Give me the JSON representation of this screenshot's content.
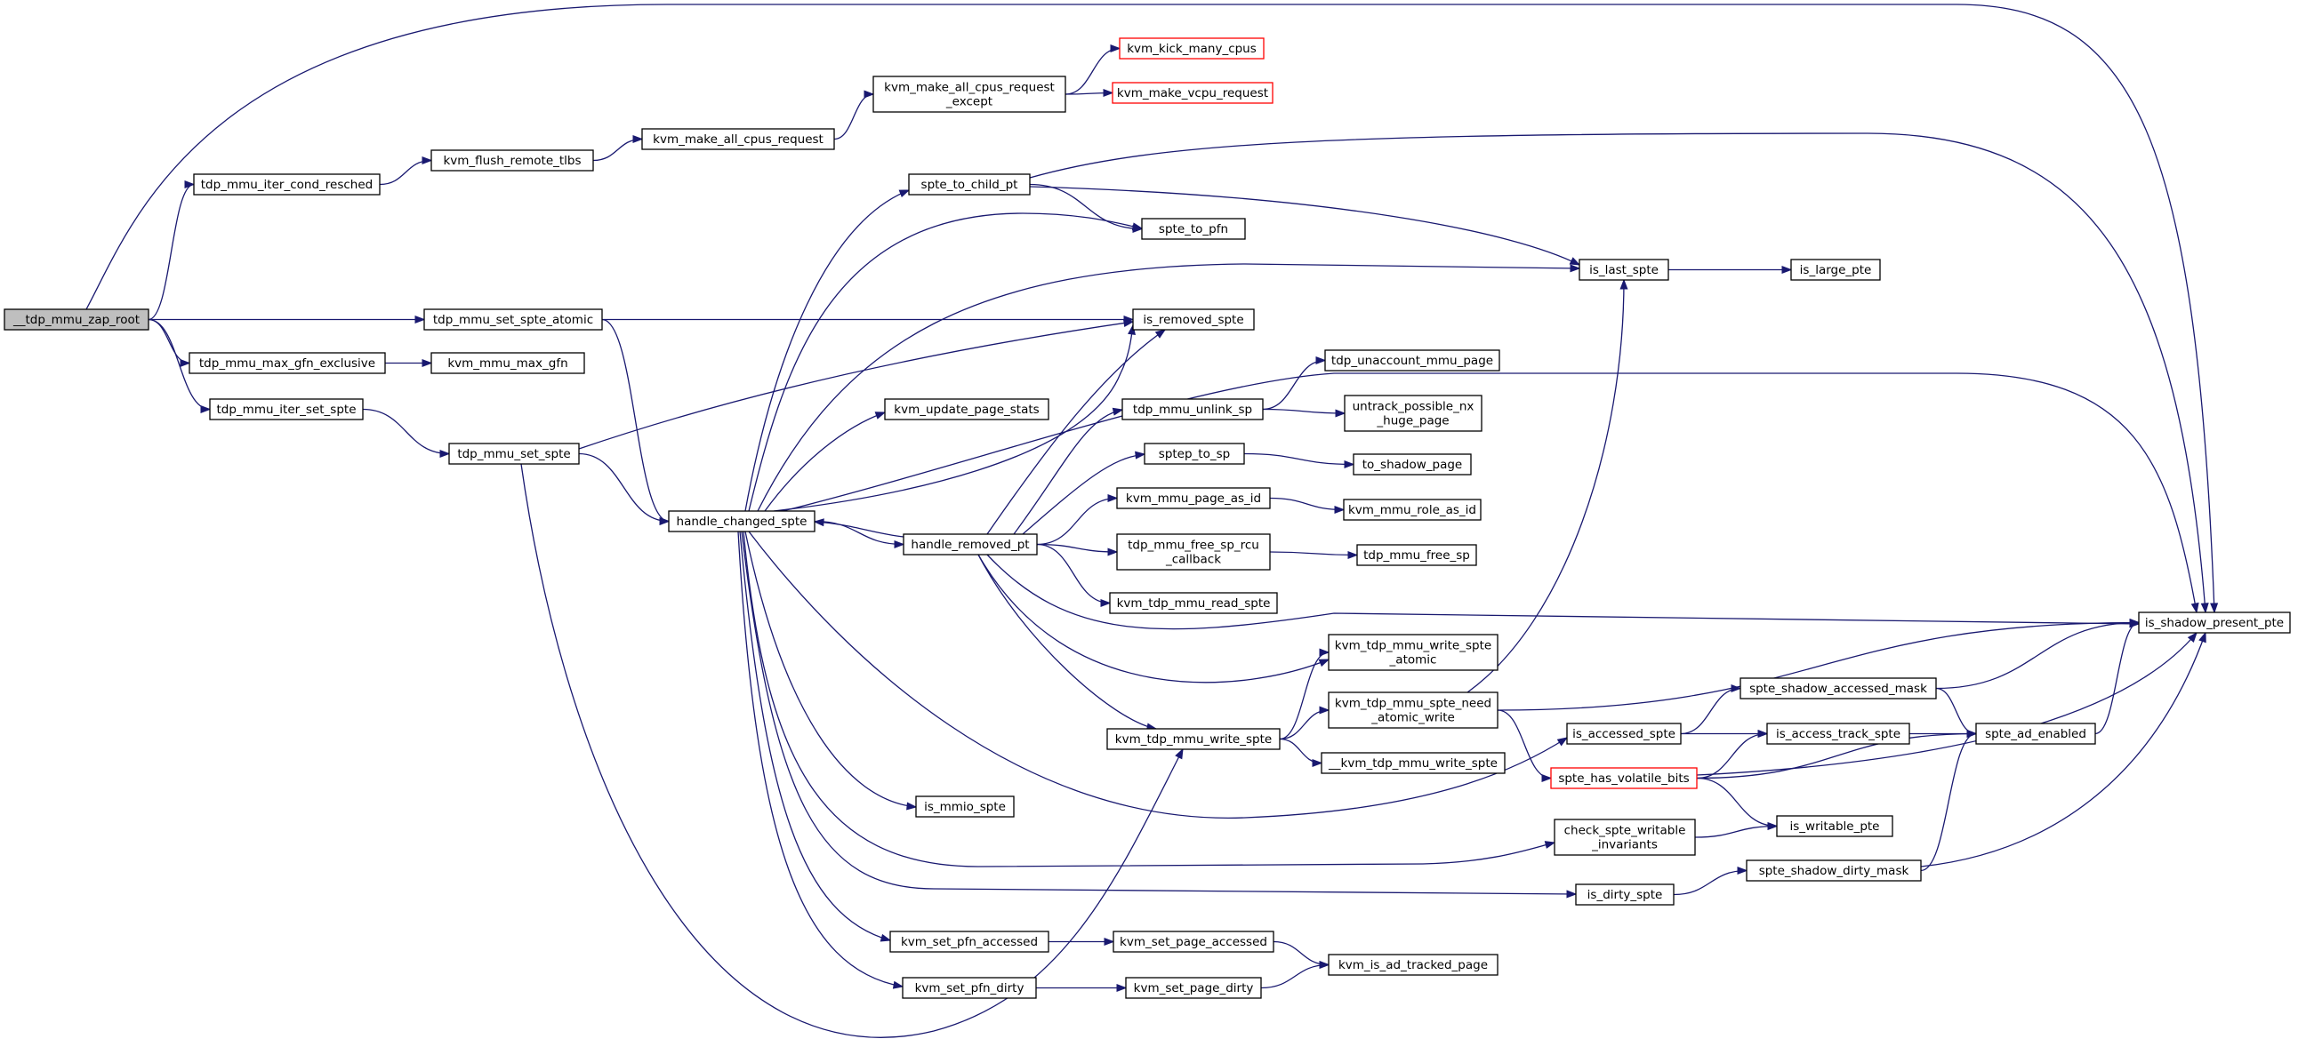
{
  "graph": {
    "nodes": [
      {
        "id": "tdp_mmu_zap_root",
        "lines": [
          "__tdp_mmu_zap_root"
        ],
        "style": "root"
      },
      {
        "id": "tdp_mmu_iter_cond_resched",
        "lines": [
          "tdp_mmu_iter_cond_resched"
        ],
        "style": "normal"
      },
      {
        "id": "tdp_mmu_set_spte_atomic",
        "lines": [
          "tdp_mmu_set_spte_atomic"
        ],
        "style": "normal"
      },
      {
        "id": "tdp_mmu_max_gfn_exclusive",
        "lines": [
          "tdp_mmu_max_gfn_exclusive"
        ],
        "style": "normal"
      },
      {
        "id": "tdp_mmu_iter_set_spte",
        "lines": [
          "tdp_mmu_iter_set_spte"
        ],
        "style": "normal"
      },
      {
        "id": "kvm_flush_remote_tlbs",
        "lines": [
          "kvm_flush_remote_tlbs"
        ],
        "style": "normal"
      },
      {
        "id": "kvm_mmu_max_gfn",
        "lines": [
          "kvm_mmu_max_gfn"
        ],
        "style": "normal"
      },
      {
        "id": "tdp_mmu_set_spte",
        "lines": [
          "tdp_mmu_set_spte"
        ],
        "style": "normal"
      },
      {
        "id": "kvm_make_all_cpus_request",
        "lines": [
          "kvm_make_all_cpus_request"
        ],
        "style": "normal"
      },
      {
        "id": "handle_changed_spte",
        "lines": [
          "handle_changed_spte"
        ],
        "style": "normal"
      },
      {
        "id": "kvm_make_all_cpus_request_except",
        "lines": [
          "kvm_make_all_cpus_request",
          "_except"
        ],
        "style": "normal"
      },
      {
        "id": "spte_to_child_pt",
        "lines": [
          "spte_to_child_pt"
        ],
        "style": "normal"
      },
      {
        "id": "kvm_update_page_stats",
        "lines": [
          "kvm_update_page_stats"
        ],
        "style": "normal"
      },
      {
        "id": "handle_removed_pt",
        "lines": [
          "handle_removed_pt"
        ],
        "style": "normal"
      },
      {
        "id": "is_mmio_spte",
        "lines": [
          "is_mmio_spte"
        ],
        "style": "normal"
      },
      {
        "id": "kvm_set_pfn_accessed",
        "lines": [
          "kvm_set_pfn_accessed"
        ],
        "style": "normal"
      },
      {
        "id": "kvm_set_pfn_dirty",
        "lines": [
          "kvm_set_pfn_dirty"
        ],
        "style": "normal"
      },
      {
        "id": "kvm_kick_many_cpus",
        "lines": [
          "kvm_kick_many_cpus"
        ],
        "style": "red"
      },
      {
        "id": "kvm_make_vcpu_request",
        "lines": [
          "kvm_make_vcpu_request"
        ],
        "style": "red"
      },
      {
        "id": "spte_to_pfn",
        "lines": [
          "spte_to_pfn"
        ],
        "style": "normal"
      },
      {
        "id": "is_removed_spte",
        "lines": [
          "is_removed_spte"
        ],
        "style": "normal"
      },
      {
        "id": "tdp_mmu_unlink_sp",
        "lines": [
          "tdp_mmu_unlink_sp"
        ],
        "style": "normal"
      },
      {
        "id": "sptep_to_sp",
        "lines": [
          "sptep_to_sp"
        ],
        "style": "normal"
      },
      {
        "id": "kvm_mmu_page_as_id",
        "lines": [
          "kvm_mmu_page_as_id"
        ],
        "style": "normal"
      },
      {
        "id": "tdp_mmu_free_sp_rcu_callback",
        "lines": [
          "tdp_mmu_free_sp_rcu",
          "_callback"
        ],
        "style": "normal"
      },
      {
        "id": "kvm_tdp_mmu_read_spte",
        "lines": [
          "kvm_tdp_mmu_read_spte"
        ],
        "style": "normal"
      },
      {
        "id": "kvm_tdp_mmu_write_spte",
        "lines": [
          "kvm_tdp_mmu_write_spte"
        ],
        "style": "normal"
      },
      {
        "id": "kvm_set_page_accessed",
        "lines": [
          "kvm_set_page_accessed"
        ],
        "style": "normal"
      },
      {
        "id": "kvm_set_page_dirty",
        "lines": [
          "kvm_set_page_dirty"
        ],
        "style": "normal"
      },
      {
        "id": "tdp_unaccount_mmu_page",
        "lines": [
          "tdp_unaccount_mmu_page"
        ],
        "style": "normal"
      },
      {
        "id": "untrack_possible_nx_huge_page",
        "lines": [
          "untrack_possible_nx",
          "_huge_page"
        ],
        "style": "normal"
      },
      {
        "id": "to_shadow_page",
        "lines": [
          "to_shadow_page"
        ],
        "style": "normal"
      },
      {
        "id": "kvm_mmu_role_as_id",
        "lines": [
          "kvm_mmu_role_as_id"
        ],
        "style": "normal"
      },
      {
        "id": "tdp_mmu_free_sp",
        "lines": [
          "tdp_mmu_free_sp"
        ],
        "style": "normal"
      },
      {
        "id": "kvm_tdp_mmu_write_spte_atomic",
        "lines": [
          "kvm_tdp_mmu_write_spte",
          "_atomic"
        ],
        "style": "normal"
      },
      {
        "id": "kvm_tdp_mmu_spte_need_atomic_write",
        "lines": [
          "kvm_tdp_mmu_spte_need",
          "_atomic_write"
        ],
        "style": "normal"
      },
      {
        "id": "__kvm_tdp_mmu_write_spte",
        "lines": [
          "__kvm_tdp_mmu_write_spte"
        ],
        "style": "normal"
      },
      {
        "id": "kvm_is_ad_tracked_page",
        "lines": [
          "kvm_is_ad_tracked_page"
        ],
        "style": "normal"
      },
      {
        "id": "is_last_spte",
        "lines": [
          "is_last_spte"
        ],
        "style": "normal"
      },
      {
        "id": "is_accessed_spte",
        "lines": [
          "is_accessed_spte"
        ],
        "style": "normal"
      },
      {
        "id": "spte_has_volatile_bits",
        "lines": [
          "spte_has_volatile_bits"
        ],
        "style": "red"
      },
      {
        "id": "check_spte_writable_invariants",
        "lines": [
          "check_spte_writable",
          "_invariants"
        ],
        "style": "normal"
      },
      {
        "id": "is_dirty_spte",
        "lines": [
          "is_dirty_spte"
        ],
        "style": "normal"
      },
      {
        "id": "is_large_pte",
        "lines": [
          "is_large_pte"
        ],
        "style": "normal"
      },
      {
        "id": "spte_shadow_accessed_mask",
        "lines": [
          "spte_shadow_accessed_mask"
        ],
        "style": "normal"
      },
      {
        "id": "is_access_track_spte",
        "lines": [
          "is_access_track_spte"
        ],
        "style": "normal"
      },
      {
        "id": "is_writable_pte",
        "lines": [
          "is_writable_pte"
        ],
        "style": "normal"
      },
      {
        "id": "spte_shadow_dirty_mask",
        "lines": [
          "spte_shadow_dirty_mask"
        ],
        "style": "normal"
      },
      {
        "id": "spte_ad_enabled",
        "lines": [
          "spte_ad_enabled"
        ],
        "style": "normal"
      },
      {
        "id": "is_shadow_present_pte",
        "lines": [
          "is_shadow_present_pte"
        ],
        "style": "normal"
      }
    ],
    "edges": [
      [
        "tdp_mmu_zap_root",
        "is_shadow_present_pte"
      ],
      [
        "tdp_mmu_zap_root",
        "tdp_mmu_iter_cond_resched"
      ],
      [
        "tdp_mmu_zap_root",
        "tdp_mmu_set_spte_atomic"
      ],
      [
        "tdp_mmu_zap_root",
        "tdp_mmu_max_gfn_exclusive"
      ],
      [
        "tdp_mmu_zap_root",
        "tdp_mmu_iter_set_spte"
      ],
      [
        "tdp_mmu_iter_cond_resched",
        "kvm_flush_remote_tlbs"
      ],
      [
        "kvm_flush_remote_tlbs",
        "kvm_make_all_cpus_request"
      ],
      [
        "kvm_make_all_cpus_request",
        "kvm_make_all_cpus_request_except"
      ],
      [
        "kvm_make_all_cpus_request_except",
        "kvm_kick_many_cpus"
      ],
      [
        "kvm_make_all_cpus_request_except",
        "kvm_make_vcpu_request"
      ],
      [
        "tdp_mmu_max_gfn_exclusive",
        "kvm_mmu_max_gfn"
      ],
      [
        "tdp_mmu_set_spte_atomic",
        "is_removed_spte"
      ],
      [
        "tdp_mmu_set_spte_atomic",
        "handle_changed_spte"
      ],
      [
        "tdp_mmu_iter_set_spte",
        "tdp_mmu_set_spte"
      ],
      [
        "tdp_mmu_set_spte",
        "is_removed_spte"
      ],
      [
        "tdp_mmu_set_spte",
        "handle_changed_spte"
      ],
      [
        "tdp_mmu_set_spte",
        "kvm_tdp_mmu_write_spte"
      ],
      [
        "handle_changed_spte",
        "spte_to_child_pt"
      ],
      [
        "handle_changed_spte",
        "spte_to_pfn"
      ],
      [
        "handle_changed_spte",
        "is_last_spte"
      ],
      [
        "handle_changed_spte",
        "is_removed_spte"
      ],
      [
        "handle_changed_spte",
        "kvm_update_page_stats"
      ],
      [
        "handle_changed_spte",
        "handle_removed_pt"
      ],
      [
        "handle_changed_spte",
        "is_accessed_spte"
      ],
      [
        "handle_changed_spte",
        "is_mmio_spte"
      ],
      [
        "handle_changed_spte",
        "check_spte_writable_invariants"
      ],
      [
        "handle_changed_spte",
        "is_dirty_spte"
      ],
      [
        "handle_changed_spte",
        "kvm_set_pfn_accessed"
      ],
      [
        "handle_changed_spte",
        "kvm_set_pfn_dirty"
      ],
      [
        "handle_changed_spte",
        "is_shadow_present_pte"
      ],
      [
        "spte_to_child_pt",
        "spte_to_pfn"
      ],
      [
        "spte_to_child_pt",
        "is_last_spte"
      ],
      [
        "spte_to_child_pt",
        "is_shadow_present_pte"
      ],
      [
        "handle_removed_pt",
        "handle_changed_spte"
      ],
      [
        "handle_removed_pt",
        "is_removed_spte"
      ],
      [
        "handle_removed_pt",
        "tdp_mmu_unlink_sp"
      ],
      [
        "handle_removed_pt",
        "sptep_to_sp"
      ],
      [
        "handle_removed_pt",
        "kvm_mmu_page_as_id"
      ],
      [
        "handle_removed_pt",
        "tdp_mmu_free_sp_rcu_callback"
      ],
      [
        "handle_removed_pt",
        "kvm_tdp_mmu_read_spte"
      ],
      [
        "handle_removed_pt",
        "is_shadow_present_pte"
      ],
      [
        "handle_removed_pt",
        "kvm_tdp_mmu_write_spte_atomic"
      ],
      [
        "handle_removed_pt",
        "kvm_tdp_mmu_write_spte"
      ],
      [
        "tdp_mmu_unlink_sp",
        "tdp_unaccount_mmu_page"
      ],
      [
        "tdp_mmu_unlink_sp",
        "untrack_possible_nx_huge_page"
      ],
      [
        "sptep_to_sp",
        "to_shadow_page"
      ],
      [
        "kvm_mmu_page_as_id",
        "kvm_mmu_role_as_id"
      ],
      [
        "tdp_mmu_free_sp_rcu_callback",
        "tdp_mmu_free_sp"
      ],
      [
        "kvm_tdp_mmu_write_spte",
        "kvm_tdp_mmu_write_spte_atomic"
      ],
      [
        "kvm_tdp_mmu_write_spte",
        "kvm_tdp_mmu_spte_need_atomic_write"
      ],
      [
        "kvm_tdp_mmu_write_spte",
        "__kvm_tdp_mmu_write_spte"
      ],
      [
        "kvm_tdp_mmu_spte_need_atomic_write",
        "is_last_spte"
      ],
      [
        "kvm_tdp_mmu_spte_need_atomic_write",
        "is_shadow_present_pte"
      ],
      [
        "kvm_tdp_mmu_spte_need_atomic_write",
        "spte_has_volatile_bits"
      ],
      [
        "kvm_set_pfn_accessed",
        "kvm_set_page_accessed"
      ],
      [
        "kvm_set_pfn_dirty",
        "kvm_set_page_dirty"
      ],
      [
        "kvm_set_page_accessed",
        "kvm_is_ad_tracked_page"
      ],
      [
        "kvm_set_page_dirty",
        "kvm_is_ad_tracked_page"
      ],
      [
        "is_last_spte",
        "is_large_pte"
      ],
      [
        "is_accessed_spte",
        "spte_shadow_accessed_mask"
      ],
      [
        "is_accessed_spte",
        "is_access_track_spte"
      ],
      [
        "spte_has_volatile_bits",
        "is_access_track_spte"
      ],
      [
        "spte_has_volatile_bits",
        "spte_ad_enabled"
      ],
      [
        "spte_has_volatile_bits",
        "is_writable_pte"
      ],
      [
        "spte_has_volatile_bits",
        "is_shadow_present_pte"
      ],
      [
        "check_spte_writable_invariants",
        "is_writable_pte"
      ],
      [
        "is_dirty_spte",
        "spte_shadow_dirty_mask"
      ],
      [
        "spte_shadow_accessed_mask",
        "spte_ad_enabled"
      ],
      [
        "spte_shadow_accessed_mask",
        "is_shadow_present_pte"
      ],
      [
        "is_access_track_spte",
        "spte_ad_enabled"
      ],
      [
        "spte_shadow_dirty_mask",
        "spte_ad_enabled"
      ],
      [
        "spte_shadow_dirty_mask",
        "is_shadow_present_pte"
      ],
      [
        "spte_ad_enabled",
        "is_shadow_present_pte"
      ]
    ]
  },
  "colors": {
    "edge": "#191970",
    "node_border": "#000000",
    "node_fill": "#ffffff",
    "root_fill": "#bfbfbf",
    "red_border": "#ff0000"
  }
}
